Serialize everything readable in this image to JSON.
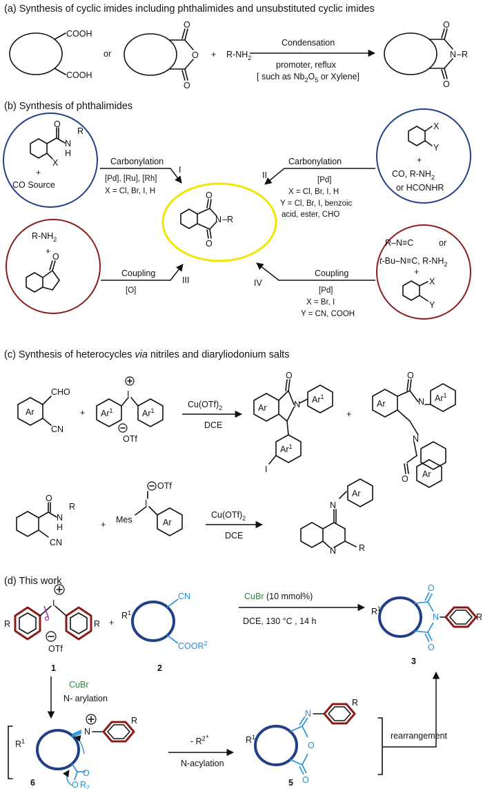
{
  "colors": {
    "navy_circle": "#1f3f87",
    "maroon_circle": "#8b1a1a",
    "yellow_ellipse": "#f2e600",
    "cyan_text": "#1e90d8",
    "green_text": "#1a8f3a",
    "aryl_red": "#8b1a1a",
    "ring_blue": "#1f3f87"
  },
  "section_a": {
    "heading": "(a) Synthesis of cyclic imides including phthalimides and unsubstituted cyclic imides",
    "cooh_top": "COOH",
    "cooh_bottom": "COOH",
    "or": "or",
    "o_top": "O",
    "o_ring": "O",
    "o_bottom": "O",
    "plus": "+",
    "amine": "R-NH",
    "amine_sub": "2",
    "arrow_top": "Condensation",
    "arrow_bottom1": "promoter, reflux",
    "arrow_bottom2_pre": "[ such as Nb",
    "arrow_bottom2_s1": "2",
    "arrow_bottom2_mid": "O",
    "arrow_bottom2_s2": "5",
    "arrow_bottom2_post": " or Xylene]",
    "product_o1": "O",
    "product_o2": "O",
    "product_n": "N",
    "product_r": "–R"
  },
  "section_b": {
    "heading": "(b) Synthesis of phthalimides",
    "c1_n": "N",
    "c1_h": "H",
    "c1_r": "R",
    "c1_o": "O",
    "c1_x": "X",
    "c1_plus": "+",
    "c1_co": "CO Source",
    "r1_top": "Carbonylation",
    "r1_cat": "[Pd], [Ru], [Rh]",
    "r1_x": "X = Cl, Br, I, H",
    "r1_num": "I",
    "c2_x": "X",
    "c2_y": "Y",
    "c2_plus": "+",
    "c2_co": "CO, R-NH",
    "c2_co_sub": "2",
    "c2_or": "or HCONHR",
    "r2_top": "Carbonylation",
    "r2_num": "II",
    "r2_cat": "[Pd]",
    "r2_x": "X = Cl, Br, I, H",
    "r2_y1": "Y = Cl, Br, I, benzoic",
    "r2_y2": "acid, ester, CHO",
    "center_o1": "O",
    "center_o2": "O",
    "center_n": "N",
    "center_r": "–R",
    "c3_amine": "R-NH",
    "c3_amine_sub": "2",
    "c3_plus": "+",
    "c3_o": "O",
    "r3_top": "Coupling",
    "r3_cond": "[O]",
    "r3_num": "III",
    "c4_iso1": "R–N≡C",
    "c4_or": "or",
    "c4_iso2_pre": "t",
    "c4_iso2": "-Bu–N≡C, R-NH",
    "c4_iso2_sub": "2",
    "c4_plus": "+",
    "c4_x": "X",
    "c4_y": "Y",
    "r4_top": "Coupling",
    "r4_num": "IV",
    "r4_cat": "[Pd]",
    "r4_x": "X = Br, I",
    "r4_y": "Y = CN, COOH"
  },
  "section_c": {
    "heading_pre": "(c) Synthesis of heterocycles ",
    "heading_via": "via",
    "heading_post": " nitriles and diaryliodonium salts",
    "cho": "CHO",
    "cn1": "CN",
    "ar": "Ar",
    "plus": "+",
    "iodine": "I",
    "ar1": "Ar",
    "ar1_sup": "1",
    "otf": "OTf",
    "cat1": "Cu(OTf)",
    "cat1_sub": "2",
    "solvent1": "DCE",
    "p1_o": "O",
    "p1_n": "N",
    "p1_i": "I",
    "p2_o1": "O",
    "p2_o2": "O",
    "p2_n1": "N",
    "p2_n2": "N",
    "amide_o": "O",
    "amide_n": "N",
    "amide_h": "H",
    "amide_r": "R",
    "cn2": "CN",
    "mes": "Mes",
    "otf2": "OTf",
    "cat2": "Cu(OTf)",
    "cat2_sub": "2",
    "solvent2": "DCE",
    "p3_n_exo": "N",
    "p3_n_ring": "N",
    "p3_r": "R"
  },
  "section_d": {
    "heading": "(d) This work",
    "r_left": "R",
    "r_right_salt": "R",
    "iodine": "I",
    "otf": "OTf",
    "plus": "+",
    "r1_sm": "R",
    "r1_sm_sup": "1",
    "cn": "CN",
    "coor": "COOR",
    "coor_sup": "2",
    "cat": "CuBr",
    "cat_load": " (10 mmol%)",
    "conditions": "DCE, 130 °C , 14 h",
    "p_r1": "R",
    "p_r1_sup": "1",
    "p_o1": "O",
    "p_o2": "O",
    "p_n": "N",
    "p_r": "R",
    "num1": "1",
    "num2": "2",
    "num3": "3",
    "step1_cat": "CuBr",
    "step1_label": "N- arylation",
    "i6_r1": "R",
    "i6_r1_sup": "1",
    "i6_n": "N",
    "i6_r": "R",
    "i6_o1": "O",
    "i6_o2": "O",
    "i6_r2": "R",
    "i6_r2_sub": "2",
    "num6": "6",
    "step2_top": "- R",
    "step2_top_sub": "2",
    "step2_bottom": "N-acylation",
    "i5_r1": "R",
    "i5_r1_sup": "1",
    "i5_n": "N",
    "i5_o1": "O",
    "i5_o2": "O",
    "i5_r": "R",
    "num5": "5",
    "step3": "rearrangement"
  }
}
